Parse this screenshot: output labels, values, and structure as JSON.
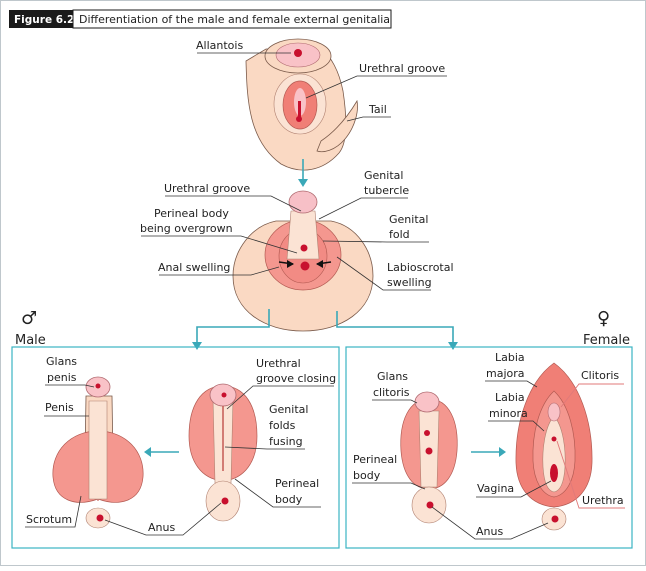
{
  "figure": {
    "number": "Figure 6.2",
    "title": "Differentiation of the male and female external genitalia"
  },
  "top_labels": {
    "allantois": "Allantois",
    "urethral_groove": "Urethral groove",
    "tail": "Tail"
  },
  "middle_labels": {
    "urethral_groove": "Urethral groove",
    "perineal_body_1": "Perineal body",
    "perineal_body_2": "being overgrown",
    "anal_swelling": "Anal swelling",
    "genital_tubercle_1": "Genital",
    "genital_tubercle_2": "tubercle",
    "genital_fold_1": "Genital",
    "genital_fold_2": "fold",
    "labioscrotal_1": "Labioscrotal",
    "labioscrotal_2": "swelling"
  },
  "male": {
    "symbol": "♂",
    "heading": "Male",
    "glans_penis_1": "Glans",
    "glans_penis_2": "penis",
    "penis": "Penis",
    "scrotum": "Scrotum",
    "anus": "Anus",
    "urethral_groove_closing_1": "Urethral",
    "urethral_groove_closing_2": "groove closing",
    "genital_folds_fusing_1": "Genital",
    "genital_folds_fusing_2": "folds",
    "genital_folds_fusing_3": "fusing",
    "perineal_body_1": "Perineal",
    "perineal_body_2": "body"
  },
  "female": {
    "symbol": "♀",
    "heading": "Female",
    "glans_clitoris_1": "Glans",
    "glans_clitoris_2": "clitoris",
    "perineal_body_1": "Perineal",
    "perineal_body_2": "body",
    "anus": "Anus",
    "labia_majora_1": "Labia",
    "labia_majora_2": "majora",
    "labia_minora_1": "Labia",
    "labia_minora_2": "minora",
    "clitoris": "Clitoris",
    "vagina": "Vagina",
    "urethra": "Urethra"
  }
}
